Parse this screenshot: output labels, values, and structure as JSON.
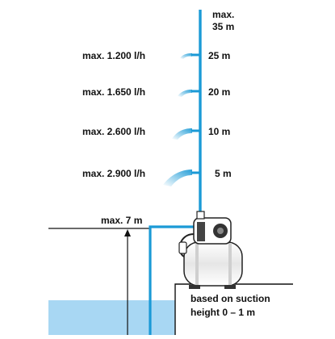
{
  "colors": {
    "pipe": "#1b9ad6",
    "water": "#a8d7f3",
    "ink": "#111111"
  },
  "top_label_line1": "max.",
  "top_label_line2": "35 m",
  "levels": [
    {
      "height": "25 m",
      "flow": "max. 1.200 l/h"
    },
    {
      "height": "20 m",
      "flow": "max. 1.650 l/h"
    },
    {
      "height": "10 m",
      "flow": "max. 2.600 l/h"
    },
    {
      "height": "5 m",
      "flow": "max. 2.900 l/h"
    }
  ],
  "suction_max": "max. 7 m",
  "note_line1": "based on suction",
  "note_line2": "height 0 – 1 m",
  "icons": [
    "water-spray-icon",
    "pump-unit-icon",
    "height-arrow-icon"
  ]
}
